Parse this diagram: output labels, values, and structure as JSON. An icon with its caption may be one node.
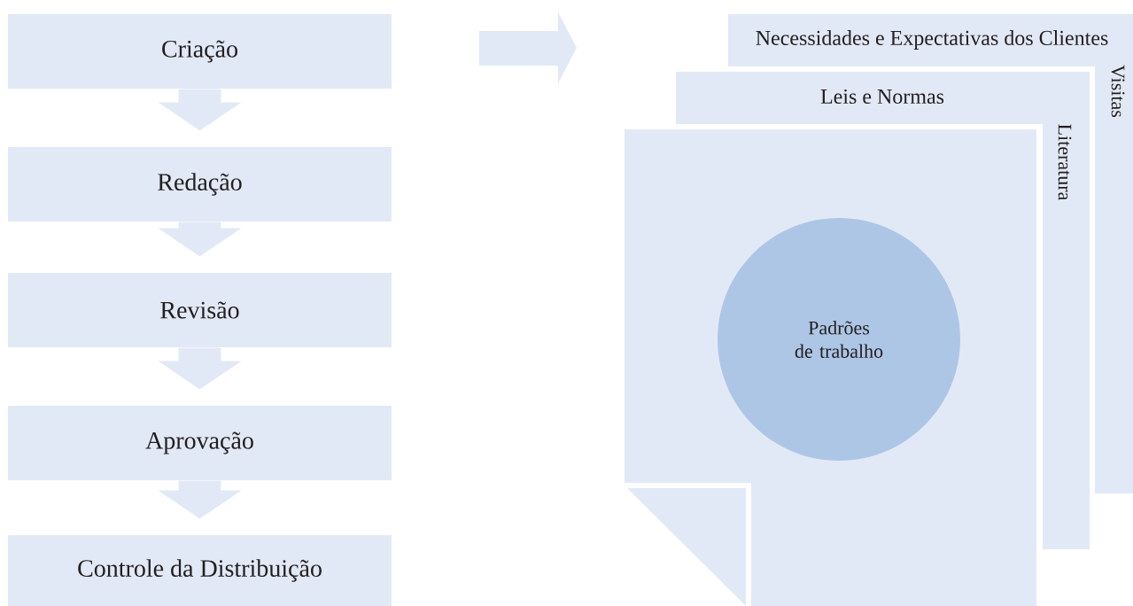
{
  "diagram": {
    "nodes": [
      {
        "text": [
          "Criação"
        ]
      },
      {
        "text": [
          "Redação"
        ]
      },
      {
        "text": [
          "Revisão"
        ]
      },
      {
        "text": [
          "Aprovação"
        ]
      },
      {
        "text": [
          "Controle da Distribuição"
        ]
      },
      {
        "text": [
          "Necessidades e Expectativas dos Clientes"
        ]
      },
      {
        "text": [
          "Visitas"
        ]
      },
      {
        "text": [
          "Leis e Normas"
        ]
      },
      {
        "text": [
          "Literatura"
        ]
      },
      {
        "text": [],
        "shape": "box"
      },
      {
        "text": [
          "Padrões de trabalho"
        ],
        "in": 9
      }
    ],
    "edges": [
      {
        "from": 0,
        "to": 1,
        "arrow": "to"
      },
      {
        "from": 1,
        "to": 2,
        "arrow": "to"
      },
      {
        "from": 2,
        "to": 3,
        "arrow": "to"
      },
      {
        "from": 3,
        "to": 4,
        "arrow": "to"
      }
    ]
  }
}
